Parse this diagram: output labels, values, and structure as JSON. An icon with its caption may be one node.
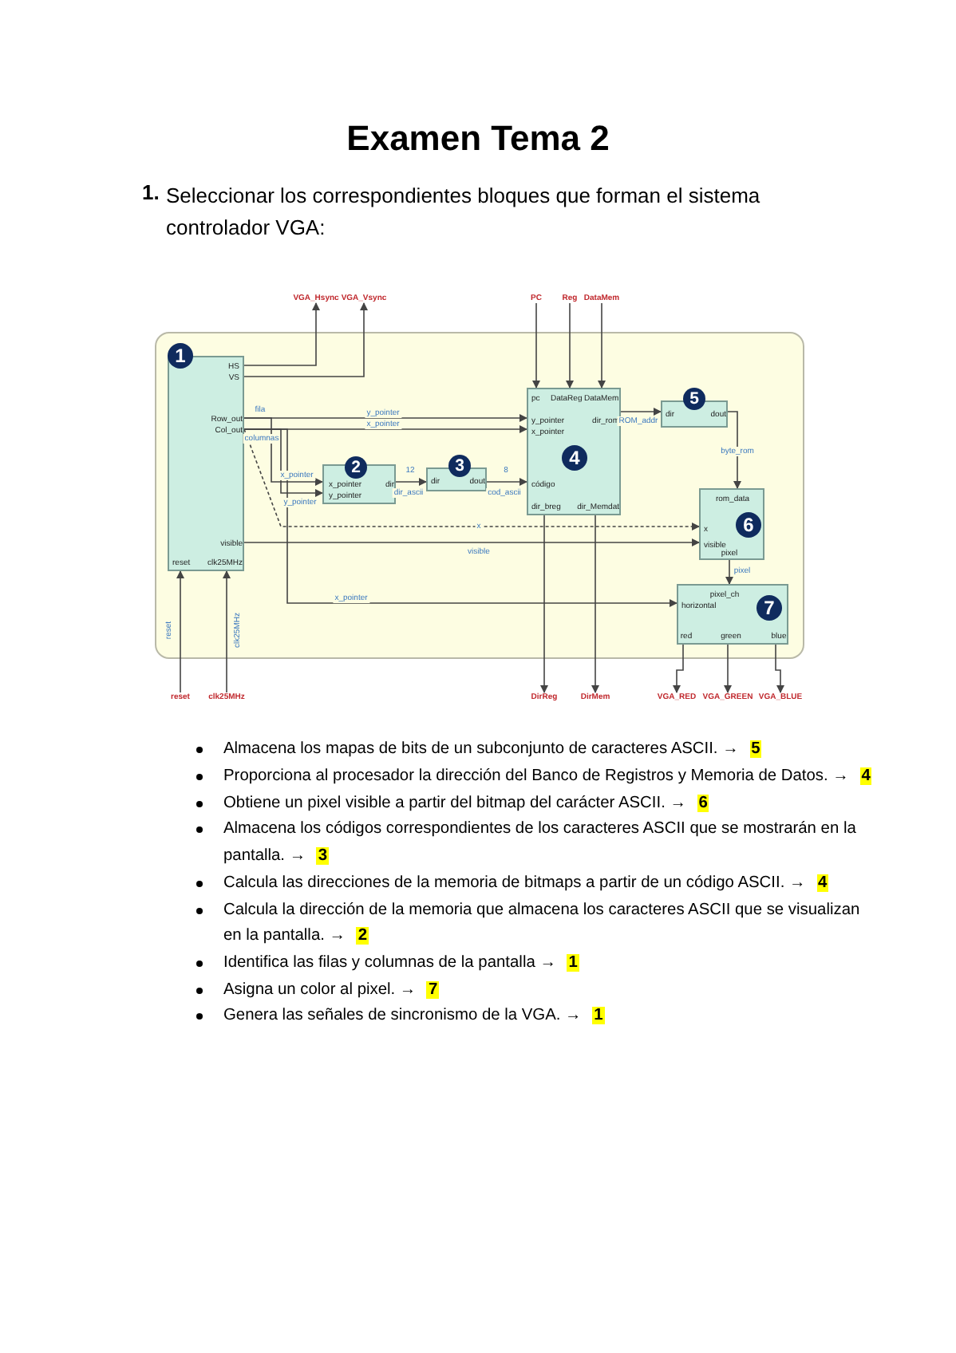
{
  "diagram": {
    "title": "Examen Tema 2",
    "nodes": [
      {
        "text": [],
        "shape": "box"
      },
      {
        "text": [
          "1",
          "HS",
          "VS",
          "Row_out",
          "Col_out",
          "visible",
          "reset",
          "clk25MHz"
        ],
        "in": 0
      },
      {
        "text": [
          "2",
          "x_pointer",
          "y_pointer",
          "dir"
        ],
        "in": 0
      },
      {
        "text": [
          "3",
          "dir",
          "dout"
        ],
        "in": 0
      },
      {
        "text": [
          "4",
          "pc",
          "DataReg",
          "DataMem",
          "y_pointer",
          "x_pointer",
          "dir_rom",
          "código",
          "dir_breg",
          "dir_Memdat"
        ],
        "in": 0
      },
      {
        "text": [
          "5",
          "dir",
          "dout"
        ],
        "in": 0
      },
      {
        "text": [
          "6",
          "rom_data",
          "x",
          "visible",
          "pixel"
        ],
        "in": 0
      },
      {
        "text": [
          "7",
          "pixel_ch",
          "horizontal",
          "red",
          "green",
          "blue"
        ],
        "in": 0
      },
      {
        "text": [
          "VGA_Hsync"
        ]
      },
      {
        "text": [
          "VGA_Vsync"
        ]
      },
      {
        "text": [
          "PC"
        ]
      },
      {
        "text": [
          "Reg"
        ]
      },
      {
        "text": [
          "DataMem"
        ]
      },
      {
        "text": [
          "reset"
        ]
      },
      {
        "text": [
          "clk25MHz"
        ]
      },
      {
        "text": [
          "DirReg"
        ]
      },
      {
        "text": [
          "DirMem"
        ]
      },
      {
        "text": [
          "VGA_RED"
        ]
      },
      {
        "text": [
          "VGA_GREEN"
        ]
      },
      {
        "text": [
          "VGA_BLUE"
        ]
      }
    ],
    "edges": [
      {
        "from": 1,
        "to": 8,
        "arrow": "to"
      },
      {
        "from": 1,
        "to": 9,
        "arrow": "to"
      },
      {
        "from": 10,
        "to": 4,
        "arrow": "to"
      },
      {
        "from": 11,
        "to": 4,
        "arrow": "to"
      },
      {
        "from": 12,
        "to": 4,
        "arrow": "to"
      },
      {
        "from": 13,
        "to": 1,
        "arrow": "to",
        "label": "reset"
      },
      {
        "from": 14,
        "to": 1,
        "arrow": "to",
        "label": "clk25MHz"
      },
      {
        "from": 1,
        "to": 4,
        "arrow": "to",
        "label": "y_pointer"
      },
      {
        "from": 1,
        "to": 4,
        "arrow": "to",
        "label": "x_pointer"
      },
      {
        "from": 1,
        "to": 2,
        "arrow": "to",
        "label": "x_pointer"
      },
      {
        "from": 1,
        "to": 2,
        "arrow": "to",
        "label": "y_pointer"
      },
      {
        "from": 2,
        "to": 3,
        "arrow": "to",
        "label": "dir_ascii"
      },
      {
        "from": 3,
        "to": 4,
        "arrow": "to",
        "label": "cod_ascii"
      },
      {
        "from": 4,
        "to": 5,
        "arrow": "to",
        "label": "ROM_addr"
      },
      {
        "from": 5,
        "to": 6,
        "arrow": "to",
        "label": "byte_rom"
      },
      {
        "from": 1,
        "to": 6,
        "arrow": "to",
        "label": "x",
        "style": "dashed"
      },
      {
        "from": 1,
        "to": 6,
        "arrow": "to",
        "label": "visible"
      },
      {
        "from": 1,
        "to": 7,
        "arrow": "to",
        "label": "x_pointer"
      },
      {
        "from": 6,
        "to": 7,
        "arrow": "to",
        "label": "pixel"
      },
      {
        "from": 4,
        "to": 15,
        "arrow": "to"
      },
      {
        "from": 4,
        "to": 16,
        "arrow": "to"
      },
      {
        "from": 7,
        "to": 17,
        "arrow": "to"
      },
      {
        "from": 7,
        "to": 18,
        "arrow": "to"
      },
      {
        "from": 7,
        "to": 19,
        "arrow": "to"
      }
    ],
    "labels": [
      "1.",
      "Seleccionar los correspondientes bloques que forman el sistema controlador VGA:",
      "fila",
      "columnas",
      "12",
      "8",
      "Almacena los mapas de bits de un subconjunto de caracteres ASCII. →",
      "5",
      "Proporciona al procesador la dirección del Banco de Registros y Memoria de Datos. →",
      "4",
      "Obtiene un pixel visible a partir del bitmap del carácter ASCII. →",
      "6",
      "Almacena los códigos correspondientes de los caracteres ASCII que se mostrarán en la pantalla. →",
      "3",
      "Calcula las direcciones de la memoria de bitmaps a partir de un código ASCII. →",
      "4",
      "Calcula la dirección de la memoria que almacena los caracteres ASCII que se visualizan en la pantalla. →",
      "2",
      "Identifica las filas y columnas de la pantalla →",
      "1",
      "Asigna un color al pixel. →",
      "7",
      "Genera las señales de sincronismo de la VGA. →",
      "1"
    ]
  }
}
